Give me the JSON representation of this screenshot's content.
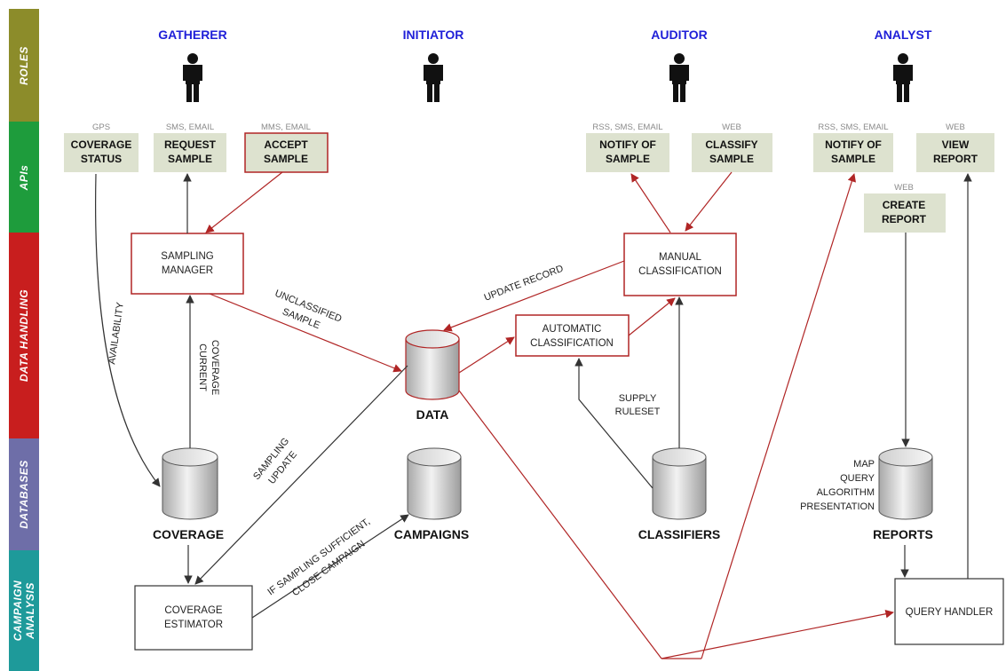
{
  "bands": [
    {
      "key": "roles",
      "label": "ROLES",
      "color": "#8c8c2a"
    },
    {
      "key": "apis",
      "label": "APIs",
      "color": "#1e9c3c"
    },
    {
      "key": "data_handling",
      "label": "DATA HANDLING",
      "color": "#c81e1e"
    },
    {
      "key": "databases",
      "label": "DATABASES",
      "color": "#6e6ea8"
    },
    {
      "key": "campaign",
      "label_line1": "CAMPAIGN",
      "label_line2": "ANALYSIS",
      "color": "#1e9a9a"
    }
  ],
  "roles": {
    "gatherer": "GATHERER",
    "initiator": "INITIATOR",
    "auditor": "AUDITOR",
    "analyst": "ANALYST"
  },
  "apis": {
    "coverage_status": {
      "channel": "GPS",
      "line1": "COVERAGE",
      "line2": "STATUS"
    },
    "request_sample": {
      "channel": "SMS, EMAIL",
      "line1": "REQUEST",
      "line2": "SAMPLE"
    },
    "accept_sample": {
      "channel": "MMS, EMAIL",
      "line1": "ACCEPT",
      "line2": "SAMPLE"
    },
    "auditor_notify": {
      "channel": "RSS, SMS, EMAIL",
      "line1": "NOTIFY OF",
      "line2": "SAMPLE"
    },
    "classify_sample": {
      "channel": "WEB",
      "line1": "CLASSIFY",
      "line2": "SAMPLE"
    },
    "analyst_notify": {
      "channel": "RSS, SMS, EMAIL",
      "line1": "NOTIFY OF",
      "line2": "SAMPLE"
    },
    "view_report": {
      "channel": "WEB",
      "line1": "VIEW",
      "line2": "REPORT"
    },
    "create_report": {
      "channel": "WEB",
      "line1": "CREATE",
      "line2": "REPORT"
    }
  },
  "process": {
    "sampling_manager": {
      "line1": "SAMPLING",
      "line2": "MANAGER"
    },
    "manual_classification": {
      "line1": "MANUAL",
      "line2": "CLASSIFICATION"
    },
    "automatic_classification": {
      "line1": "AUTOMATIC",
      "line2": "CLASSIFICATION"
    },
    "coverage_estimator": {
      "line1": "COVERAGE",
      "line2": "ESTIMATOR"
    },
    "query_handler": "QUERY HANDLER"
  },
  "databases": {
    "data": "DATA",
    "coverage": "COVERAGE",
    "campaigns": "CAMPAIGNS",
    "classifiers": "CLASSIFIERS",
    "reports": "REPORTS"
  },
  "reports_content": [
    "MAP",
    "QUERY",
    "ALGORITHM",
    "PRESENTATION"
  ],
  "edge_labels": {
    "availability": "AVAILABILITY",
    "current_coverage": {
      "line1": "CURRENT",
      "line2": "COVERAGE"
    },
    "unclassified_sample": {
      "line1": "UNCLASSIFIED",
      "line2": "SAMPLE"
    },
    "update_record": "UPDATE RECORD",
    "supply_ruleset": {
      "line1": "SUPPLY",
      "line2": "RULESET"
    },
    "sampling_update": {
      "line1": "SAMPLING",
      "line2": "UPDATE"
    },
    "close_campaign": {
      "line1": "IF SAMPLING SUFFICIENT,",
      "line2": "CLOSE CAMPAIGN"
    }
  },
  "colors": {
    "red_line": "#b02525",
    "dark_line": "#333333",
    "api_fill": "#dde2cf",
    "role_text": "#2020d8"
  }
}
